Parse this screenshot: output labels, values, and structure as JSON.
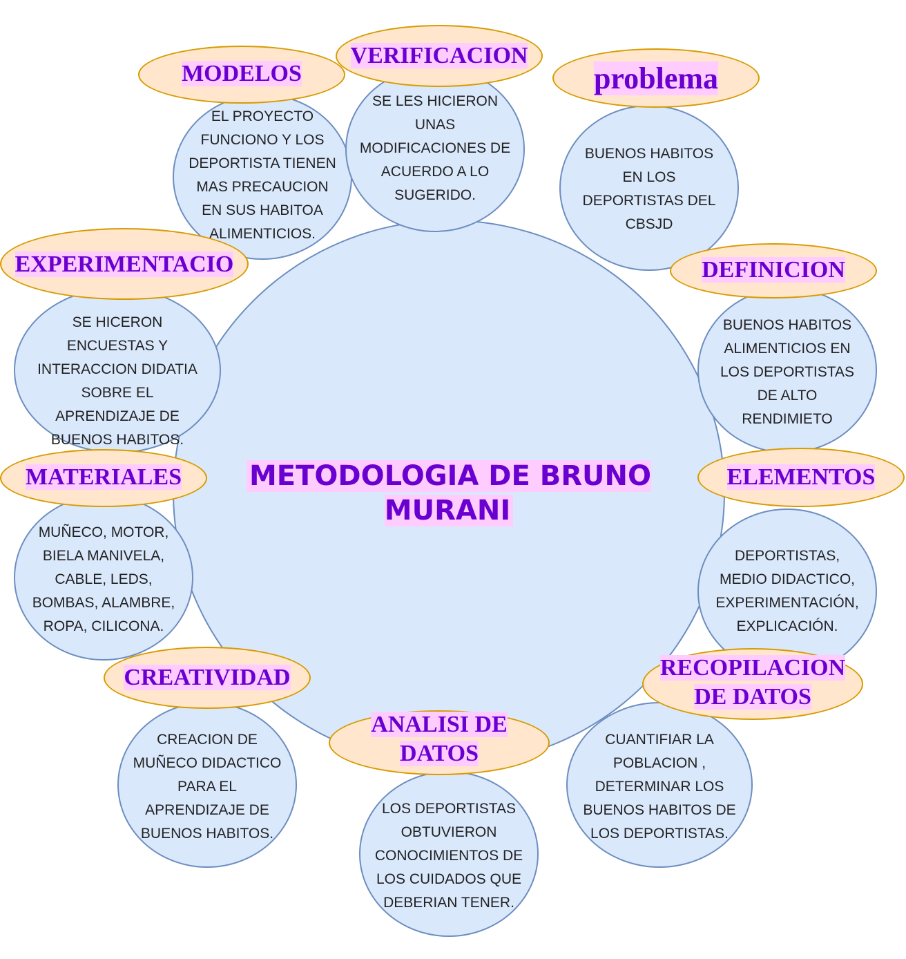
{
  "title": "METODOLOGIA DE BRUNO MURANI",
  "colors": {
    "circle_fill": "#dae8fc",
    "circle_stroke": "#6c8ebf",
    "ellipse_fill": "#ffe6cc",
    "ellipse_stroke": "#d79b00",
    "label_text": "#6a00d0",
    "label_highlight": "#ffccff"
  },
  "nodes": {
    "problema": {
      "label": "problema",
      "text": "BUENOS HABITOS\nEN LOS\nDEPORTISTAS DEL\nCBSJD"
    },
    "definicion": {
      "label": "DEFINICION",
      "text": "BUENOS HABITOS\nALIMENTICIOS EN\nLOS DEPORTISTAS\nDE ALTO\nRENDIMIETO"
    },
    "elementos": {
      "label": "ELEMENTOS",
      "text": "DEPORTISTAS,\nMEDIO DIDACTICO,\nEXPERIMENTACIÓN,\nEXPLICACIÓN."
    },
    "recopilacion": {
      "label": "RECOPILACION DE DATOS",
      "text": "CUANTIFIAR LA\nPOBLACION ,\nDETERMINAR LOS\nBUENOS HABITOS DE\nLOS DEPORTISTAS."
    },
    "analisis": {
      "label": "ANALISI DE DATOS",
      "text": "LOS DEPORTISTAS\nOBTUVIERON\nCONOCIMIENTOS DE\nLOS CUIDADOS QUE\nDEBERIAN TENER."
    },
    "creatividad": {
      "label": "CREATIVIDAD",
      "text": "CREACION DE\nMUÑECO DIDACTICO\nPARA EL\nAPRENDIZAJE DE\nBUENOS HABITOS."
    },
    "materiales": {
      "label": "MATERIALES",
      "text": "MUÑECO, MOTOR,\nBIELA MANIVELA,\nCABLE, LEDS,\nBOMBAS, ALAMBRE,\nROPA, CILICONA."
    },
    "experimentacion": {
      "label": "EXPERIMENTACIO",
      "text": "SE HICERON\nENCUESTAS Y\nINTERACCION DIDATIA\nSOBRE EL\nAPRENDIZAJE DE\nBUENOS HABITOS."
    },
    "modelos": {
      "label": "MODELOS",
      "text": "EL PROYECTO\nFUNCIONO Y LOS\nDEPORTISTA TIENEN\nMAS PRECAUCION\nEN SUS HABITOA\nALIMENTICIOS."
    },
    "verificacion": {
      "label": "VERIFICACION",
      "text": "SE LES HICIERON\nUNAS\nMODIFICACIONES DE\nACUERDO A LO\nSUGERIDO."
    }
  }
}
